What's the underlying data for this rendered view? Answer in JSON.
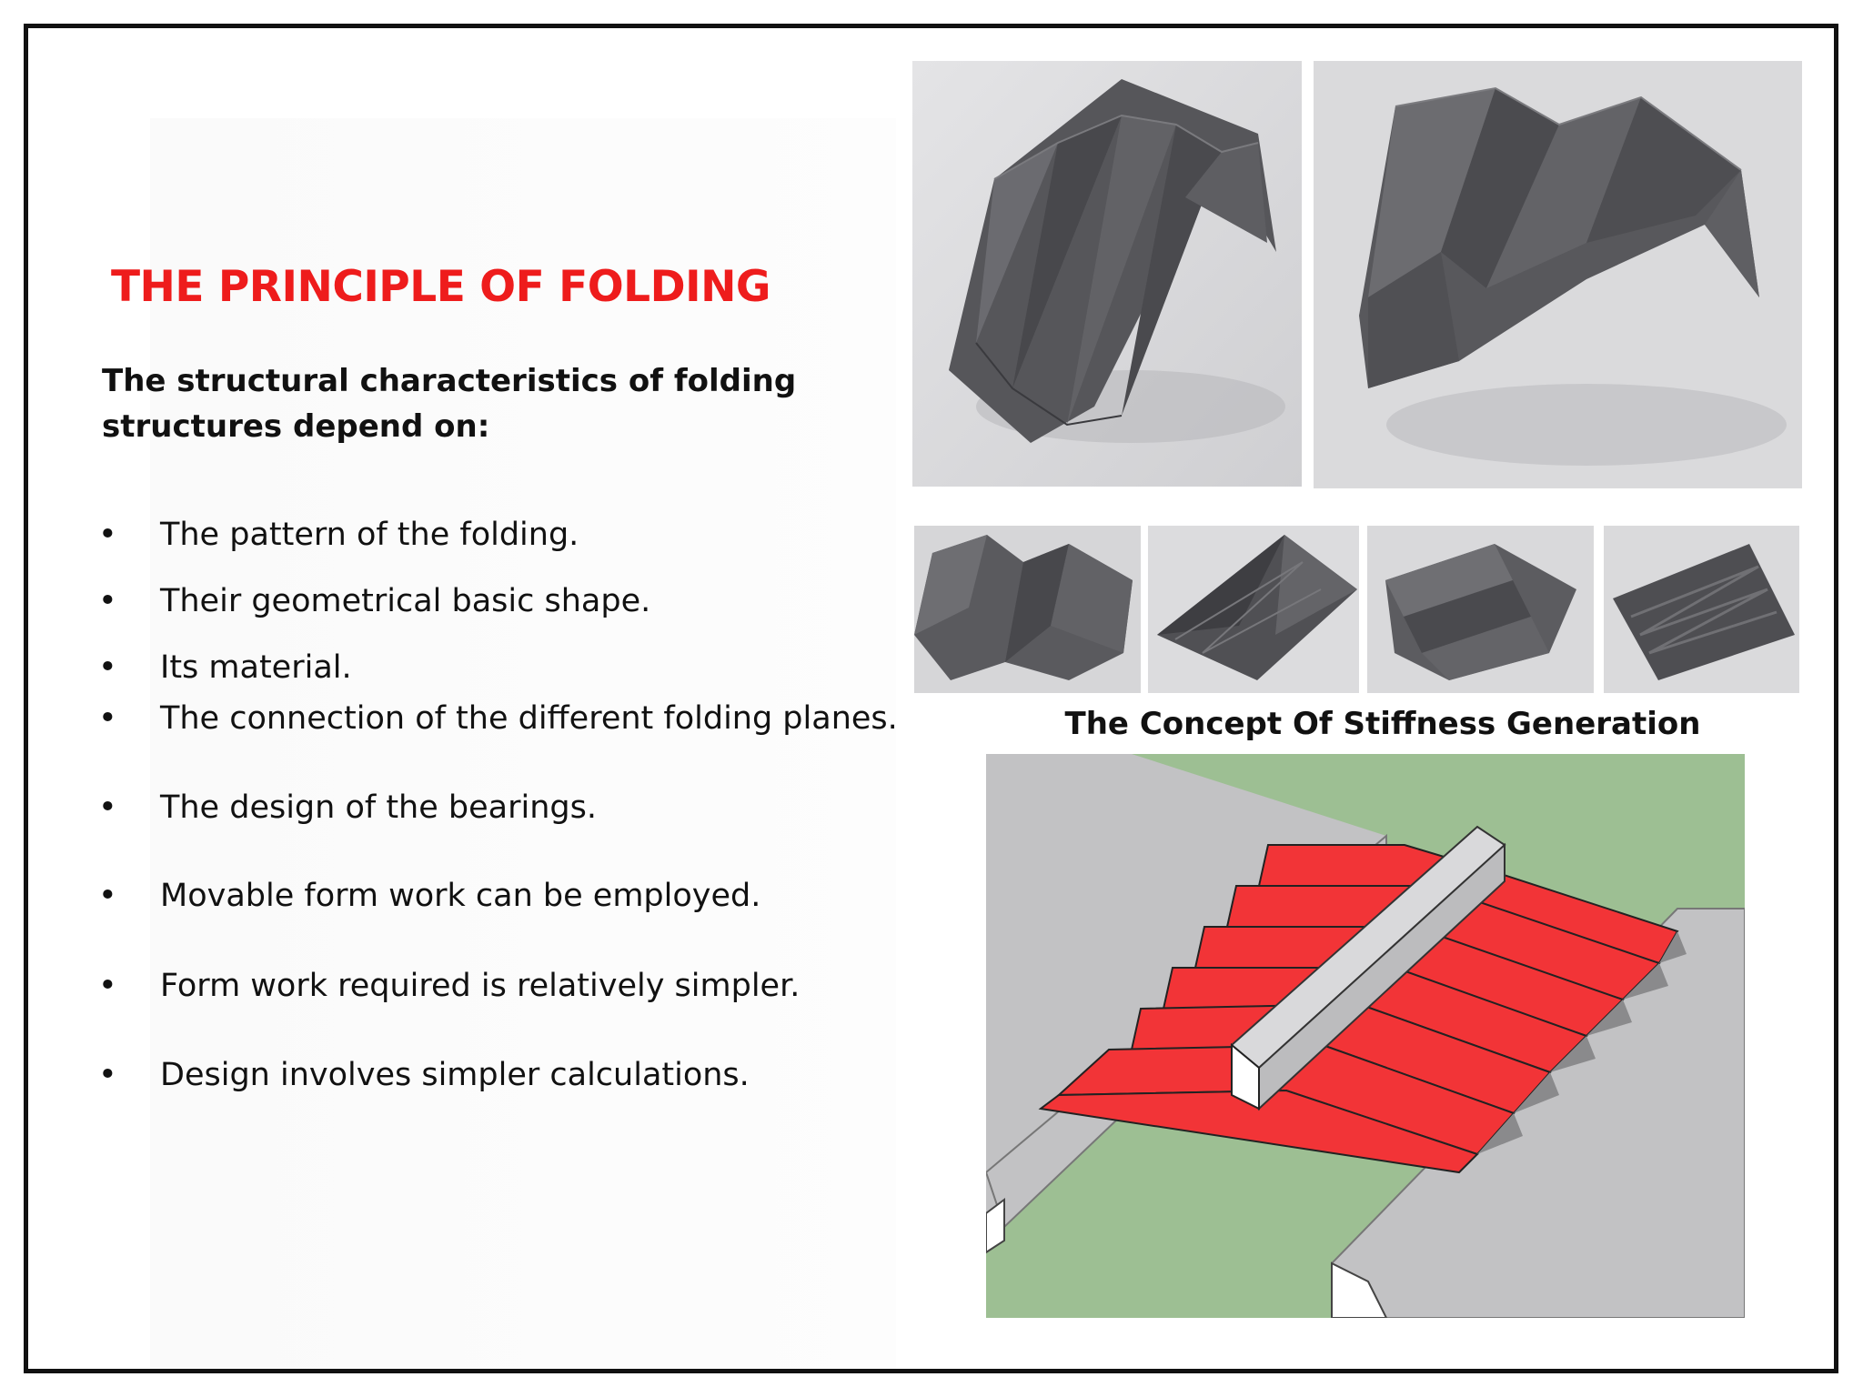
{
  "slide": {
    "title": "THE PRINCIPLE OF FOLDING",
    "intro": "The structural characteristics of folding structures depend on:",
    "bullet_symbol": "•",
    "bullets": [
      "The pattern of the folding.",
      "Their geometrical basic shape.",
      "Its material.",
      "The connection of the different folding planes.",
      "The design of the bearings.",
      " Movable form work can be employed.",
      "Form work required is relatively simpler.",
      "Design involves simpler calculations."
    ],
    "diagram_caption": "The Concept Of Stiffness Generation"
  },
  "colors": {
    "title": "#ee1c1c",
    "text": "#111111",
    "frame": "#111111",
    "diagram_red": "#f23437",
    "diagram_green": "#9dbf93",
    "diagram_gray": "#c2c2c4",
    "paper_gray": "#5a5a5e"
  },
  "images": [
    {
      "name": "folded-paper-arch-photo",
      "depicts": "grey folded paper arch"
    },
    {
      "name": "folded-paper-vault-photo",
      "depicts": "grey folded paper vault"
    },
    {
      "name": "folded-paper-model-photo-1",
      "depicts": "grey folded paper model"
    },
    {
      "name": "folded-paper-model-photo-2",
      "depicts": "grey folded paper model"
    },
    {
      "name": "folded-paper-model-photo-3",
      "depicts": "grey folded paper model"
    },
    {
      "name": "folded-paper-model-photo-4",
      "depicts": "grey folded paper model"
    },
    {
      "name": "stiffness-generation-diagram",
      "depicts": "red folded plate spanning two grey supports with a white beam on top"
    }
  ]
}
